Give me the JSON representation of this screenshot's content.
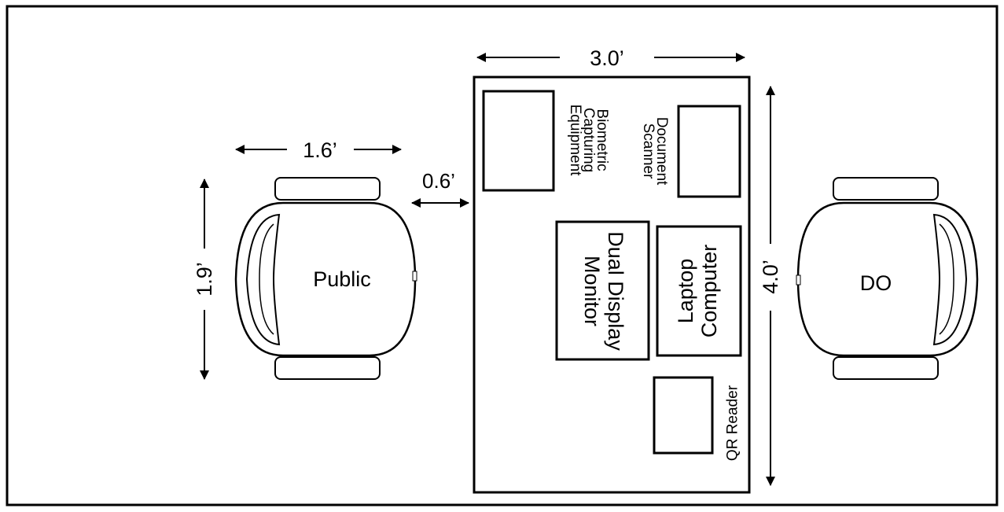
{
  "diagram": {
    "desk": {
      "width_label": "3.0’",
      "depth_label": "4.0’"
    },
    "clearance_label": "0.6’",
    "public_chair": {
      "label": "Public",
      "width_label": "1.6’",
      "depth_label": "1.9’"
    },
    "do_chair": {
      "label": "DO"
    },
    "equipment": {
      "biometric_lines": [
        "Biometric",
        "Capturing",
        "Equipment"
      ],
      "scanner_lines": [
        "Document",
        "Scanner"
      ],
      "monitor_lines": [
        "Dual Display",
        "Monitor"
      ],
      "laptop_lines": [
        "Laptop",
        "Computer"
      ],
      "qr_label": "QR Reader"
    }
  },
  "colors": {
    "stroke": "#000000",
    "background": "#ffffff"
  }
}
